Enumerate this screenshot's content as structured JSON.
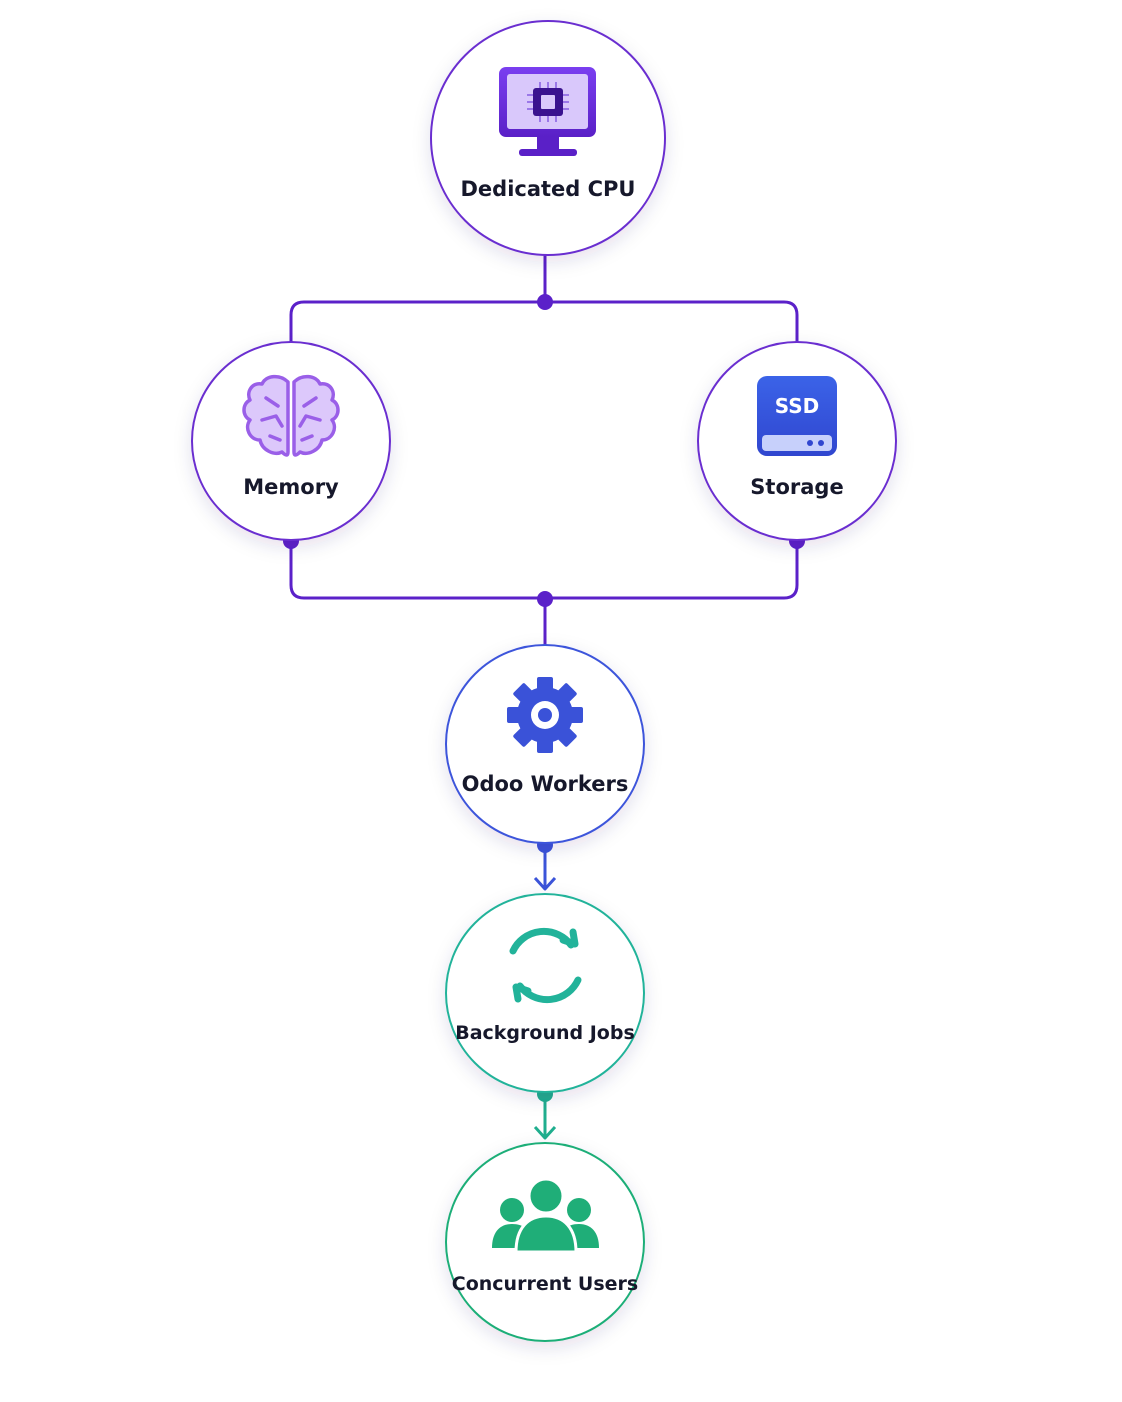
{
  "nodes": {
    "cpu": {
      "label": "Dedicated CPU",
      "icon": "monitor-chip-icon",
      "color": "#6a2fd0"
    },
    "memory": {
      "label": "Memory",
      "icon": "brain-icon",
      "color": "#6a2fd0"
    },
    "storage": {
      "label": "Storage",
      "icon": "ssd-drive-icon",
      "icon_text": "SSD",
      "color": "#4a3be0"
    },
    "workers": {
      "label": "Odoo Workers",
      "icon": "gear-icon",
      "color": "#3d55db"
    },
    "jobs": {
      "label": "Background Jobs",
      "icon": "refresh-cycle-icon",
      "color": "#22b39a"
    },
    "users": {
      "label": "Concurrent Users",
      "icon": "users-group-icon",
      "color": "#1fae78"
    }
  },
  "edges": [
    {
      "from": "cpu",
      "to": "memory"
    },
    {
      "from": "cpu",
      "to": "storage"
    },
    {
      "from": "memory",
      "to": "workers"
    },
    {
      "from": "storage",
      "to": "workers"
    },
    {
      "from": "workers",
      "to": "jobs"
    },
    {
      "from": "jobs",
      "to": "users"
    }
  ],
  "colors": {
    "purple_line": "#5b21c9",
    "blue_line": "#3b54d9",
    "teal_line": "#1fae8e"
  }
}
